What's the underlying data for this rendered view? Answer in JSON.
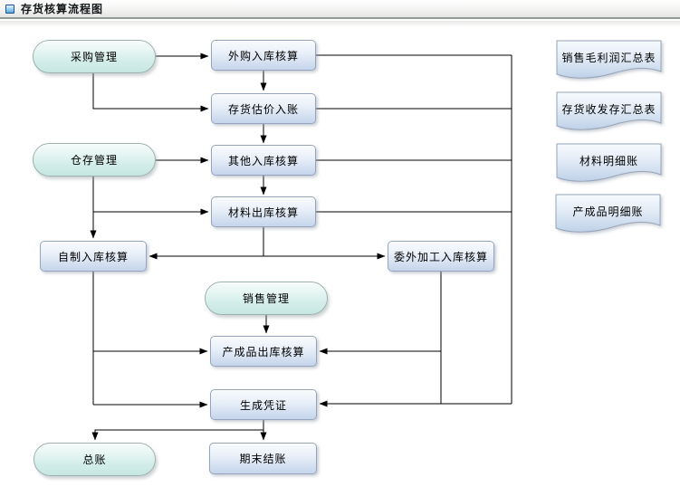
{
  "window": {
    "title": "存货核算流程图"
  },
  "flowchart": {
    "pills": [
      {
        "label": "采购管理"
      },
      {
        "label": "仓存管理"
      },
      {
        "label": "销售管理"
      },
      {
        "label": "总账"
      }
    ],
    "boxes": [
      {
        "label": "外购入库核算"
      },
      {
        "label": "存货估价入账"
      },
      {
        "label": "其他入库核算"
      },
      {
        "label": "材料出库核算"
      },
      {
        "label": "自制入库核算"
      },
      {
        "label": "委外加工入库核算"
      },
      {
        "label": "产成品出库核算"
      },
      {
        "label": "生成凭证"
      },
      {
        "label": "期末结账"
      }
    ],
    "documents": [
      {
        "label": "销售毛利润汇总表"
      },
      {
        "label": "存货收发存汇总表"
      },
      {
        "label": "材料明细账"
      },
      {
        "label": "产成品明细账"
      }
    ],
    "edges": [
      "采购管理→外购入库核算",
      "采购管理→存货估价入账",
      "外购入库核算→存货估价入账",
      "存货估价入账→其他入库核算",
      "仓存管理→其他入库核算",
      "其他入库核算→材料出库核算",
      "仓存管理→材料出库核算",
      "仓存管理→自制入库核算",
      "材料出库核算→自制入库核算",
      "材料出库核算→委外加工入库核算",
      "外购入库核算→生成凭证",
      "存货估价入账→生成凭证",
      "其他入库核算→生成凭证",
      "材料出库核算→生成凭证",
      "委外加工入库核算→产成品出库核算",
      "销售管理→产成品出库核算",
      "自制入库核算→产成品出库核算",
      "自制入库核算→生成凭证",
      "生成凭证→总账",
      "生成凭证→期末结账"
    ],
    "colors": {
      "pill_fill": "#c6e7e1",
      "box_fill": "#c6d5ec",
      "doc_fill": "#c2d3e9",
      "node_border": "#96a4bb",
      "connector": "#000000"
    }
  }
}
